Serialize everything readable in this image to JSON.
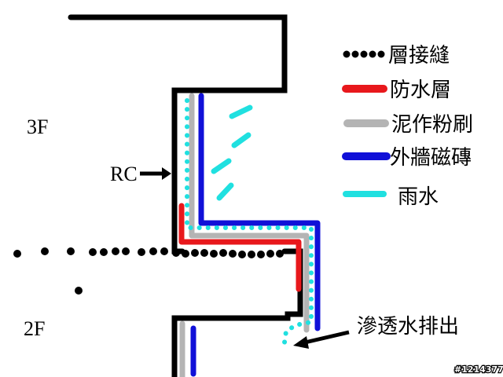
{
  "floors": {
    "upper": "3F",
    "lower": "2F"
  },
  "rc_label": "RC",
  "legend": [
    {
      "key": "joint",
      "label": "層接縫",
      "color": "#000000",
      "style": "dots"
    },
    {
      "key": "waterproof",
      "label": "防水層",
      "color": "#e8181c",
      "style": "line"
    },
    {
      "key": "plaster",
      "label": "泥作粉刷",
      "color": "#b4b4b4",
      "style": "line"
    },
    {
      "key": "tile",
      "label": "外牆磁磚",
      "color": "#1010d8",
      "style": "line"
    },
    {
      "key": "rain",
      "label": "雨水",
      "color": "#20e0e0",
      "style": "dash"
    }
  ],
  "seepage_note": "滲透水排出",
  "watermark": "#1214377"
}
